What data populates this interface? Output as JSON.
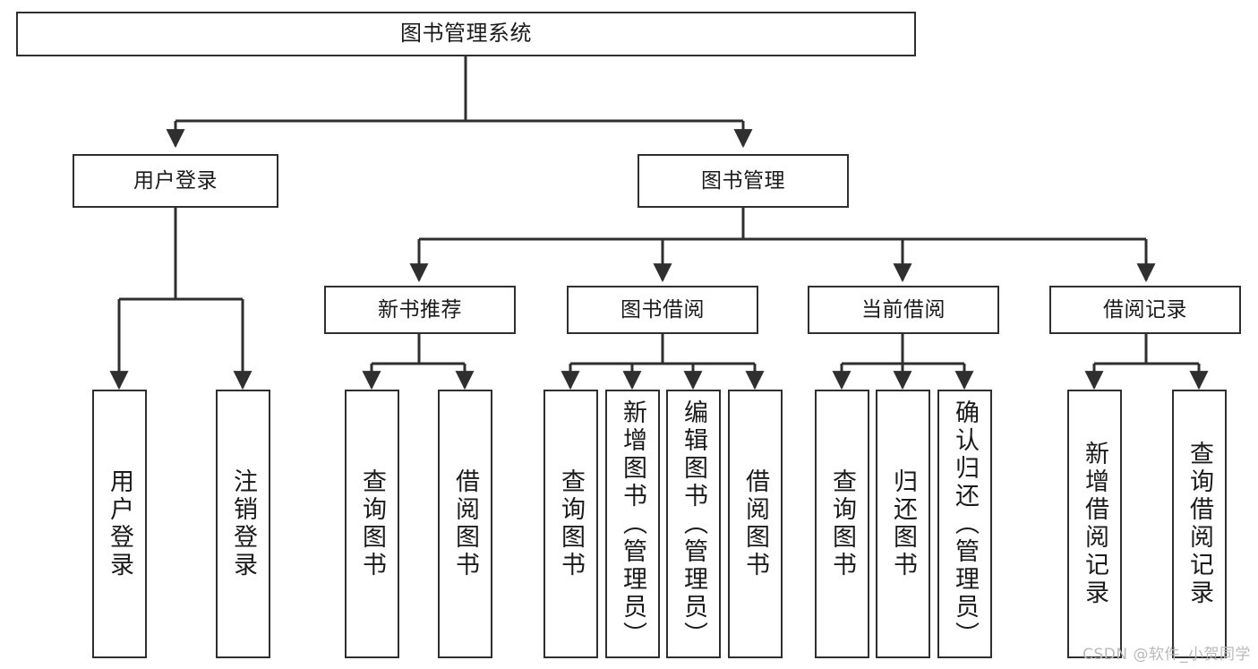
{
  "diagram": {
    "title": "图书管理系统",
    "type": "hierarchy-tree",
    "watermark": "CSDN @软件_小贺同学",
    "colors": {
      "background": "#ffffff",
      "box_fill": "#ffffff",
      "box_border": "#2f2f2f",
      "connector": "#2f2f2f",
      "text": "#1a1a1a",
      "watermark": "#b9b9b9"
    },
    "levels": {
      "root": {
        "label": "图书管理系统"
      },
      "level1": [
        {
          "id": "user-login",
          "label": "用户登录"
        },
        {
          "id": "book-management",
          "label": "图书管理"
        }
      ],
      "level2": [
        {
          "id": "new-book-recommend",
          "label": "新书推荐",
          "parent": "book-management"
        },
        {
          "id": "book-borrow",
          "label": "图书借阅",
          "parent": "book-management"
        },
        {
          "id": "current-borrow",
          "label": "当前借阅",
          "parent": "book-management"
        },
        {
          "id": "borrow-record",
          "label": "借阅记录",
          "parent": "book-management"
        }
      ],
      "level3": [
        {
          "id": "leaf-user-login",
          "label": "用户登录",
          "parent": "user-login"
        },
        {
          "id": "leaf-logout-login",
          "label": "注销登录",
          "parent": "user-login"
        },
        {
          "id": "leaf-query-book-1",
          "label": "查询图书",
          "parent": "new-book-recommend"
        },
        {
          "id": "leaf-borrow-book-1",
          "label": "借阅图书",
          "parent": "new-book-recommend"
        },
        {
          "id": "leaf-query-book-2",
          "label": "查询图书",
          "parent": "book-borrow"
        },
        {
          "id": "leaf-add-book",
          "label": "新增图书（管理员）",
          "parent": "book-borrow"
        },
        {
          "id": "leaf-edit-book",
          "label": "编辑图书（管理员）",
          "parent": "book-borrow"
        },
        {
          "id": "leaf-borrow-book-2",
          "label": "借阅图书",
          "parent": "book-borrow"
        },
        {
          "id": "leaf-query-book-3",
          "label": "查询图书",
          "parent": "current-borrow"
        },
        {
          "id": "leaf-return-book",
          "label": "归还图书",
          "parent": "current-borrow"
        },
        {
          "id": "leaf-confirm-return",
          "label": "确认归还（管理员）",
          "parent": "current-borrow"
        },
        {
          "id": "leaf-add-record",
          "label": "新增借阅记录",
          "parent": "borrow-record"
        },
        {
          "id": "leaf-query-record",
          "label": "查询借阅记录",
          "parent": "borrow-record"
        }
      ]
    }
  }
}
